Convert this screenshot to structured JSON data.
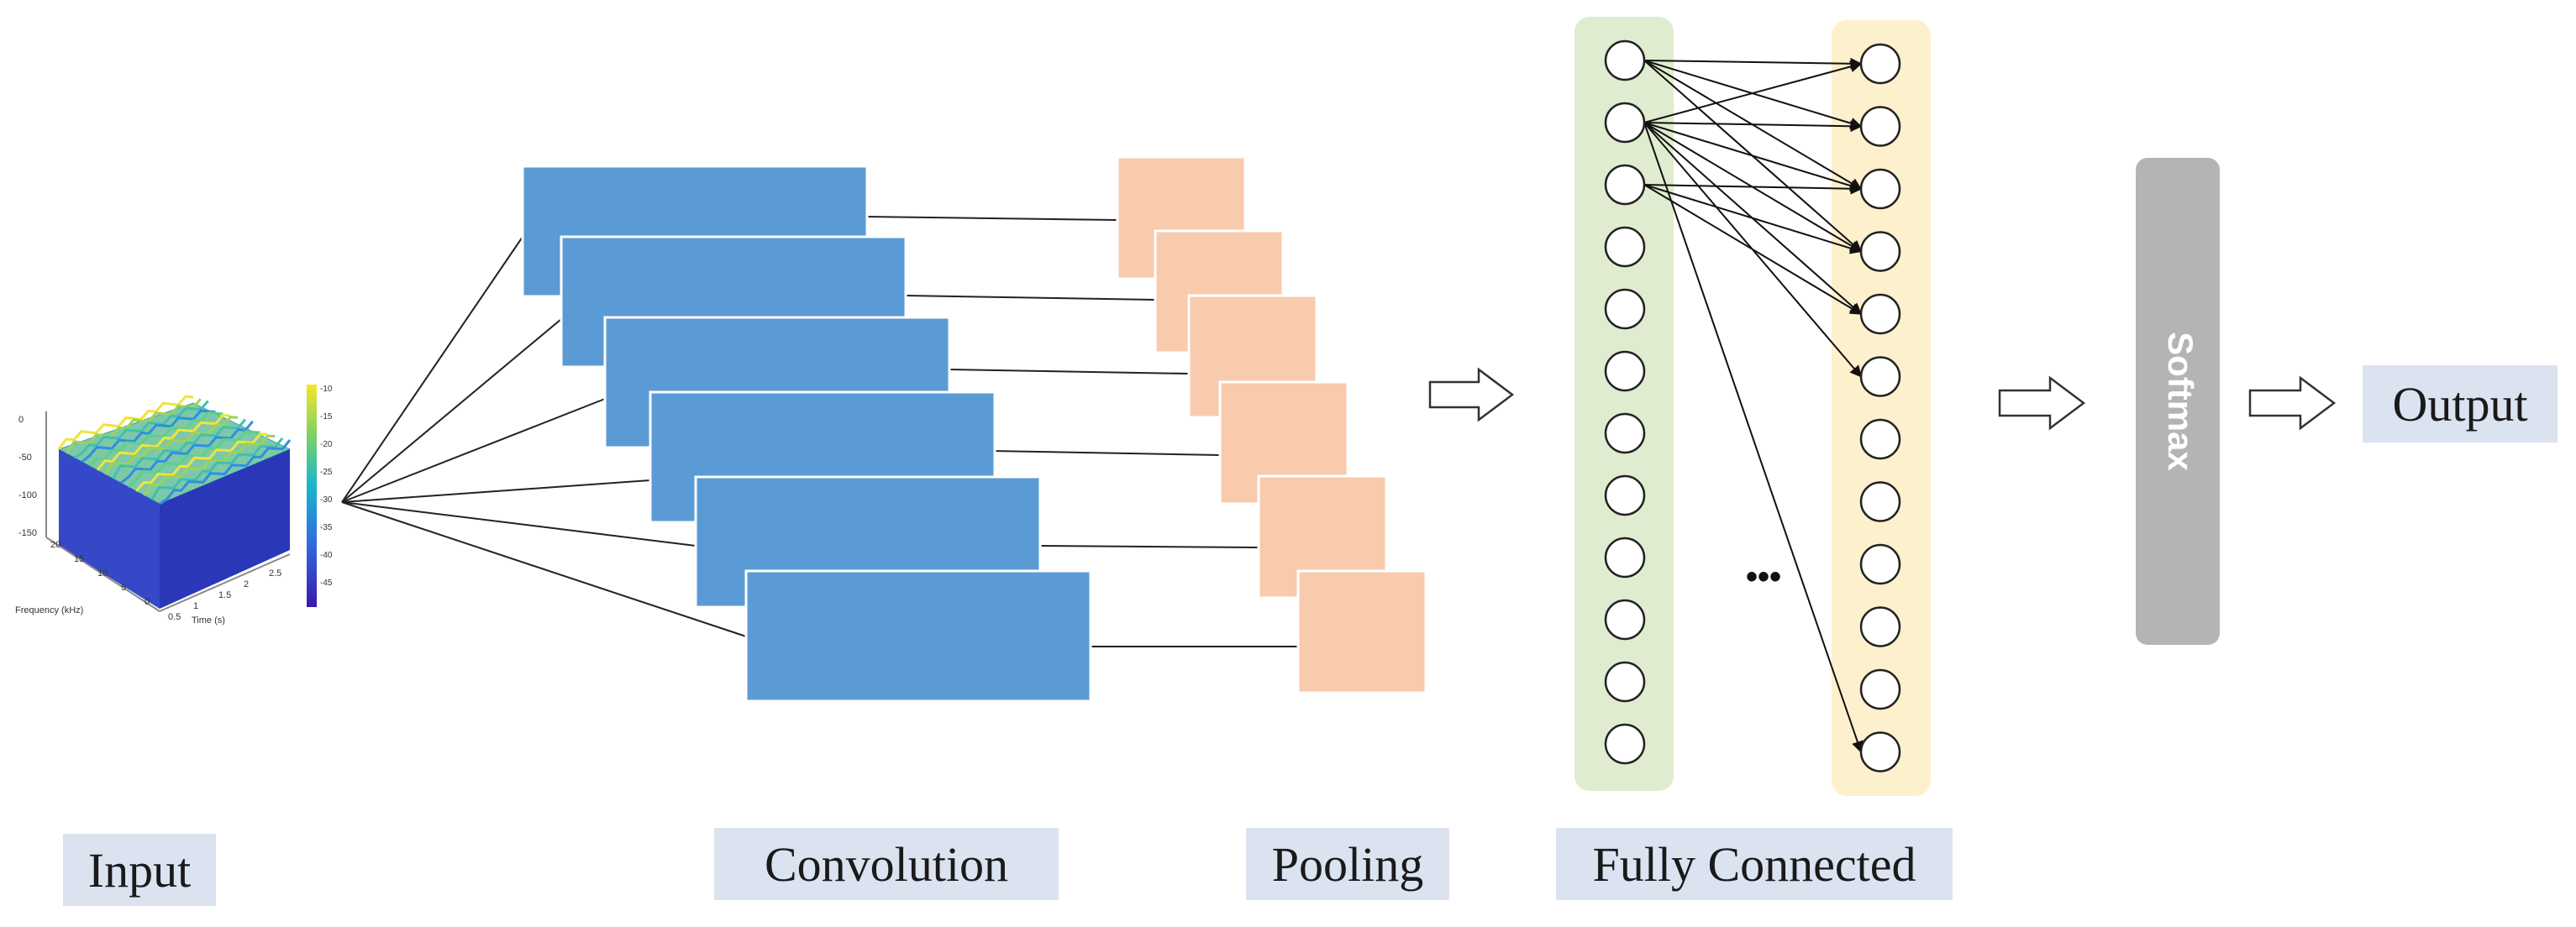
{
  "labels": {
    "input": "Input",
    "convolution": "Convolution",
    "pooling": "Pooling",
    "fully_connected": "Fully Connected",
    "output": "Output",
    "softmax": "Softmax",
    "ellipsis": "•••"
  },
  "spectrogram": {
    "y_ticks": [
      "0",
      "-50",
      "-100",
      "-150"
    ],
    "x_ticks_frequency": [
      "20",
      "15",
      "10",
      "5",
      "0"
    ],
    "x_ticks_time": [
      "0.5",
      "1",
      "1.5",
      "2",
      "2.5"
    ],
    "x_label": "Frequency (kHz)",
    "time_label": "Time (s)",
    "colorbar_ticks": [
      "-10",
      "-15",
      "-20",
      "-25",
      "-30",
      "-35",
      "-40",
      "-45"
    ]
  },
  "colors": {
    "conv_map": "#5b9bd5",
    "pool_map": "#f8cbad",
    "fc_layer1_bg": "#dfeccf",
    "fc_layer2_bg": "#fdf0cc",
    "softmax_bg": "#b4b4b4",
    "label_bg": "#dbe3f1"
  }
}
